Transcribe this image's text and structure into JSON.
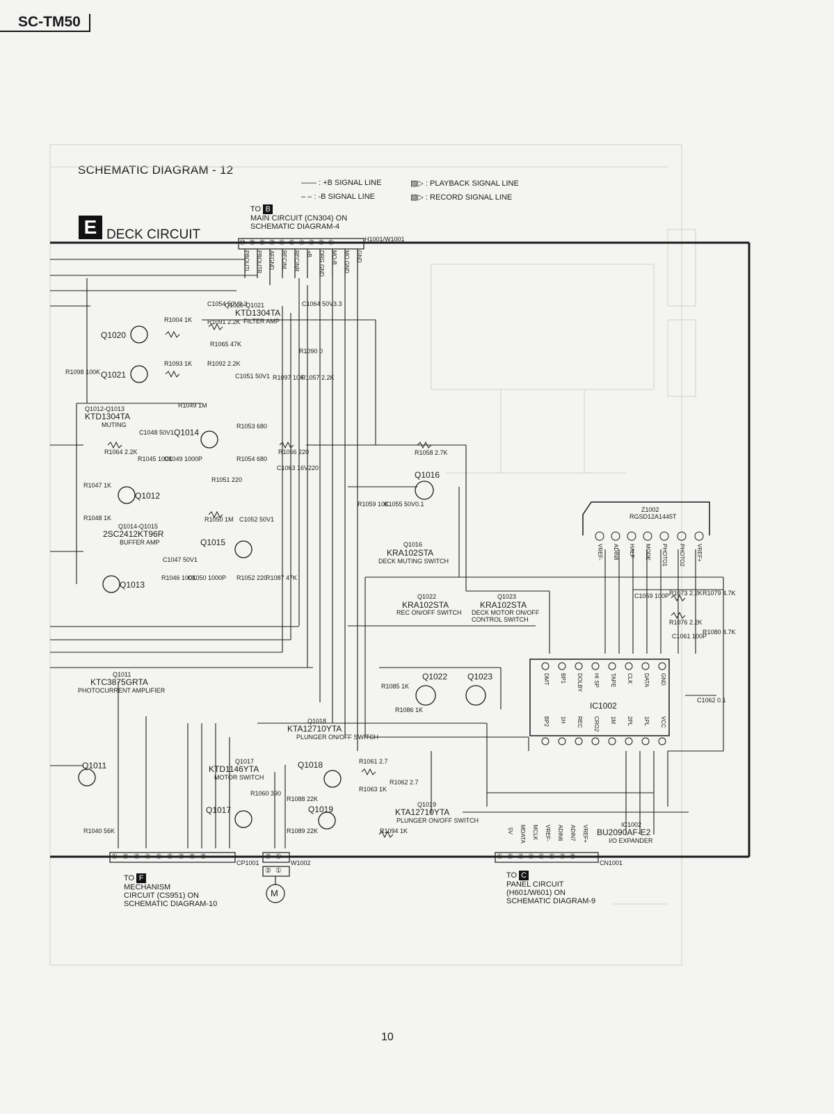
{
  "header": {
    "model": "SC-TM50"
  },
  "diagram": {
    "title": "SCHEMATIC DIAGRAM - 12",
    "section_letter": "E",
    "section_name": "DECK CIRCUIT",
    "page_number": "10"
  },
  "legend": [
    {
      "symbol": "——",
      "text": ": +B SIGNAL LINE"
    },
    {
      "symbol": "– –",
      "text": ": -B SIGNAL LINE"
    },
    {
      "symbol": "▨▷",
      "text": ": PLAYBACK SIGNAL LINE"
    },
    {
      "symbol": "▧▷",
      "text": ": RECORD SIGNAL LINE"
    }
  ],
  "connectors": {
    "top": {
      "to": "TO",
      "letter": "B",
      "lines": [
        "MAIN CIRCUIT (CN304) ON",
        "SCHEMATIC DIAGRAM-4"
      ],
      "ref": "H1001/W1001",
      "pins": [
        "⑩",
        "⑨",
        "⑧",
        "⑦",
        "⑥",
        "⑤",
        "④",
        "③",
        "②",
        "①"
      ],
      "signals": [
        "PBOUTL",
        "PBOUTR",
        "AFGND",
        "RECINL",
        "RECINR",
        "+B",
        "DRG GND",
        "MO-B",
        "MO GND",
        "GND"
      ]
    },
    "mech": {
      "to": "TO",
      "letter": "F",
      "lines": [
        "MECHANISM",
        "CIRCUIT (CS951) ON",
        "SCHEMATIC DIAGRAM-10"
      ],
      "ref": "CP1001",
      "pins": [
        "①",
        "②",
        "③",
        "④",
        "⑤",
        "⑥",
        "⑦",
        "⑧",
        "⑨"
      ]
    },
    "motor": {
      "ref": "W1002",
      "pins": [
        "②",
        "①"
      ],
      "motor": "M"
    },
    "panel": {
      "to": "TO",
      "letter": "C",
      "lines": [
        "PANEL CIRCUIT",
        "(H601/W601) ON",
        "SCHEMATIC DIAGRAM-9"
      ],
      "ref": "CN1001",
      "pins": [
        "①",
        "②",
        "③",
        "④",
        "⑤",
        "⑥",
        "⑦",
        "⑧"
      ],
      "signals": [
        "5V",
        "MDATA",
        "MCLK",
        "VREF-",
        "ADIN6",
        "ADIN7",
        "VREF+"
      ]
    }
  },
  "parts": {
    "q1020_q1021": {
      "ref": "Q1020-Q1021",
      "part": "KTD1304TA",
      "func": "FILTER AMP"
    },
    "q1012_q1013": {
      "ref": "Q1012-Q1013",
      "part": "KTD1304TA",
      "func": "MUTING"
    },
    "q1014_q1015": {
      "ref": "Q1014-Q1015",
      "part": "2SC2412KT96R",
      "func": "BUFFER AMP"
    },
    "q1016": {
      "ref": "Q1016",
      "part": "KRA102STA",
      "func": "DECK MUTING SWITCH"
    },
    "q1022": {
      "ref": "Q1022",
      "part": "KRA102STA",
      "func": "REC ON/OFF SWITCH"
    },
    "q1023": {
      "ref": "Q1023",
      "part": "KRA102STA",
      "func": "DECK MOTOR ON/OFF CONTROL SWITCH"
    },
    "q1011": {
      "ref": "Q1011",
      "part": "KTC3875GRTA",
      "func": "PHOTOCURRENT AMPLIFIER"
    },
    "q1018": {
      "ref": "Q1018",
      "part": "KTA12710YTA",
      "func": "PLUNGER ON/OFF SWITCH"
    },
    "q1017": {
      "ref": "Q1017",
      "part": "KTD1146YTA",
      "func": "MOTOR SWITCH"
    },
    "q1019": {
      "ref": "Q1019",
      "part": "KTA12710YTA",
      "func": "PLUNGER ON/OFF SWITCH"
    },
    "ic1002": {
      "ref": "IC1002",
      "part": "BU2090AF-E2",
      "func": "I/O EXPANDER"
    },
    "z1002": {
      "ref": "Z1002",
      "part": "RGSD12A1445T"
    }
  },
  "transistor_labels": [
    "Q1020",
    "Q1021",
    "Q1014",
    "Q1012",
    "Q1015",
    "Q1013",
    "Q1016",
    "Q1022",
    "Q1023",
    "Q1011",
    "Q1018",
    "Q1017",
    "Q1019",
    "IC1002"
  ],
  "component_labels": [
    "R1004 1K",
    "R1091 2.2K",
    "R1065 47K",
    "R1092 2.2K",
    "R1093 1K",
    "R1090 0",
    "C1054 50V3.3",
    "C1064 50V3.3",
    "R1097 10K",
    "R1057 2.2K",
    "C1051 50V1",
    "R1098 100K",
    "R1049 1M",
    "R1053 680",
    "C1048 50V1",
    "R1064 2.2K",
    "R1045 100K",
    "C1049 1000P",
    "R1054 680",
    "R1056 220",
    "C1063 16V220",
    "R1051 220",
    "R1047 1K",
    "R1048 1K",
    "R1050 1M",
    "C1052 50V1",
    "C1047 50V1",
    "R1046 100K",
    "C1050 1000P",
    "R1052 220",
    "R1087 47K",
    "R1058 2.7K",
    "R1059 10K",
    "C1055 50V0.1",
    "R1085 1K",
    "R1086 1K",
    "R1061 2.7",
    "R1062 2.7",
    "R1063 1K",
    "R1060 390",
    "R1088 22K",
    "R1089 22K",
    "R1094 1K",
    "R1040 56K",
    "C1059 100P",
    "R1073 2.2K",
    "R1076 2.2K",
    "R1079 4.7K",
    "R1080 4.7K",
    "C1061 100P",
    "C1062 0.1"
  ],
  "ic_pins_top": [
    "DMT",
    "BP1",
    "DOLBY",
    "HI SP",
    "TAPE",
    "CLK",
    "DATA",
    "GND"
  ],
  "ic_pins_bottom": [
    "BP2",
    "1H",
    "REC",
    "CRO2",
    "1M",
    "2PL",
    "1PL",
    "VCC"
  ],
  "z1002_pins": [
    "VREF-",
    "ADIN8",
    "HALF",
    "MODE",
    "PHOTO1",
    "PHOTO2",
    "VREF+"
  ],
  "colors": {
    "ink": "#1a1a1a",
    "paper": "#f4f4f2",
    "ghost": "#c9c9c6"
  }
}
